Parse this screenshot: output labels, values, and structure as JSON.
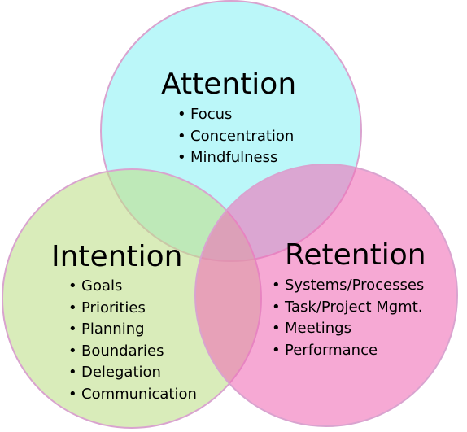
{
  "colors": {
    "attention_fill": "#8ef2f5",
    "attention_stroke": "#d9a3cf",
    "intention_fill": "#bfe08c",
    "intention_stroke": "#d9a3cf",
    "retention_fill": "#f06fb8",
    "retention_stroke": "#d9a3cf"
  },
  "attention": {
    "title": "Attention",
    "items": [
      "Focus",
      "Concentration",
      "Mindfulness"
    ]
  },
  "intention": {
    "title": "Intention",
    "items": [
      "Goals",
      "Priorities",
      "Planning",
      "Boundaries",
      "Delegation",
      "Communication"
    ]
  },
  "retention": {
    "title": "Retention",
    "items": [
      "Systems/Processes",
      "Task/Project Mgmt.",
      "Meetings",
      "Performance"
    ]
  }
}
